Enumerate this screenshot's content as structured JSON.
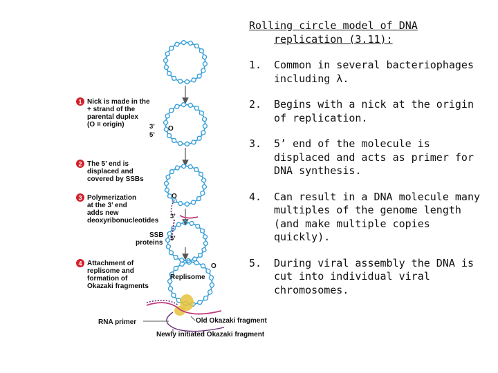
{
  "title_line1": "Rolling circle model of DNA",
  "title_line2": "replication (3.11):",
  "points": [
    {
      "num": "1.",
      "text": "Common in several bacteriophages including λ."
    },
    {
      "num": "2.",
      "text": "Begins with a nick at the origin of replication."
    },
    {
      "num": "3.",
      "text": "5’ end of the molecule is displaced and acts as primer for DNA synthesis."
    },
    {
      "num": "4.",
      "text": "Can result in a DNA molecule many multiples of the genome length (and make multiple copies quickly)."
    },
    {
      "num": "5.",
      "text": "During viral assembly the DNA is cut into individual viral chromosomes."
    }
  ],
  "diagram": {
    "steps": [
      {
        "badge": "1",
        "lines": [
          "Nick is made in the",
          "+ strand of the",
          "parental duplex",
          "(O = origin)"
        ]
      },
      {
        "badge": "2",
        "lines": [
          "The 5’ end is",
          "displaced and",
          "covered by SSBs"
        ]
      },
      {
        "badge": "3",
        "lines": [
          "Polymerization",
          "at the 3’ end",
          "adds new",
          "deoxyribonucleotides"
        ]
      },
      {
        "badge": "4",
        "lines": [
          "Attachment of",
          "replisome and",
          "formation of",
          "Okazaki fragments"
        ]
      }
    ],
    "labels": {
      "three_prime": "3’",
      "five_prime": "5’",
      "origin": "O",
      "ssb_line1": "SSB",
      "ssb_line2": "proteins",
      "replisome": "Replisome",
      "rna_primer": "RNA primer",
      "old_okazaki": "Old Okazaki fragment",
      "new_okazaki": "Newly initiated Okazaki fragment"
    },
    "colors": {
      "strand": "#3aa0d8",
      "badge": "#d3202a",
      "arrow": "#555555",
      "ssb": "#6b2a7a",
      "new_dna": "#c0397a",
      "replisome": "#e7c23a"
    }
  }
}
